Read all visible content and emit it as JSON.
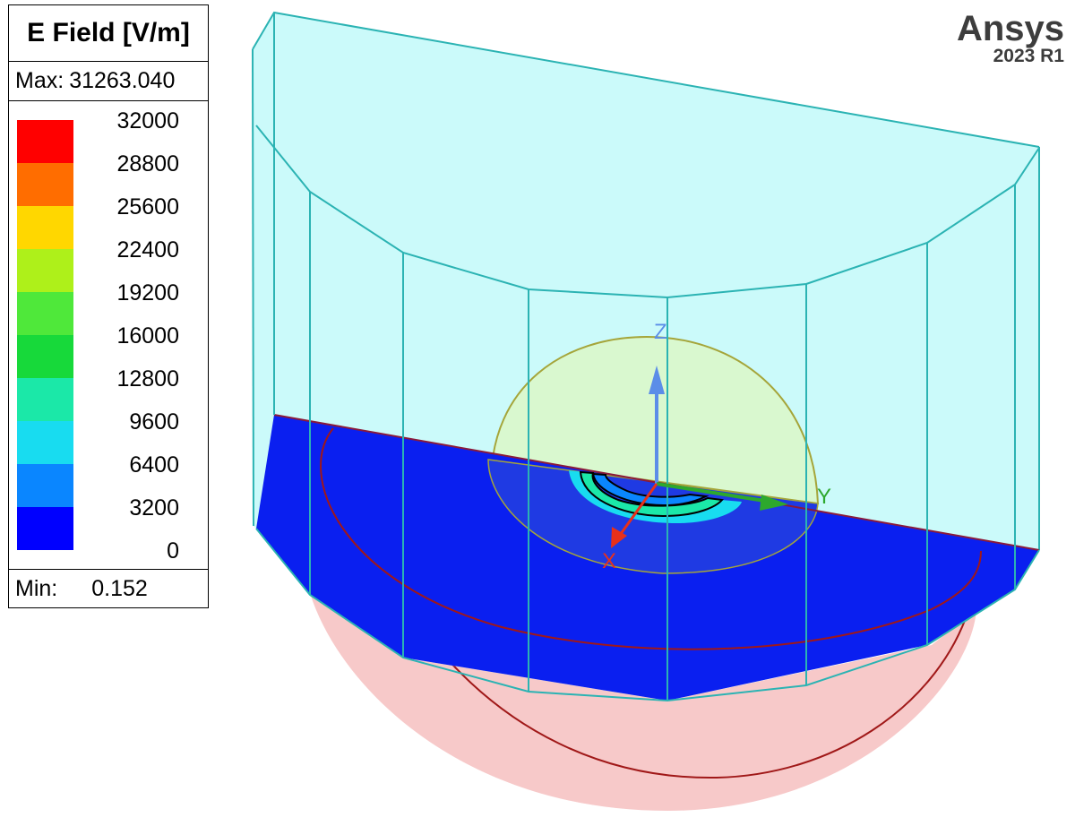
{
  "legend": {
    "title": "E Field [V/m]",
    "max_label": "Max:",
    "max_value": "31263.040",
    "min_label": "Min:",
    "min_value": "0.152",
    "ticks": [
      "32000",
      "28800",
      "25600",
      "22400",
      "19200",
      "16000",
      "12800",
      "9600",
      "6400",
      "3200",
      "0"
    ],
    "colors": [
      "#ff0000",
      "#ff6d00",
      "#ffd700",
      "#aef01a",
      "#4fe83a",
      "#17d93a",
      "#1be8a8",
      "#18dcf0",
      "#0a86ff",
      "#0000ff"
    ]
  },
  "brand": {
    "name": "Ansys",
    "version": "2023 R1"
  },
  "axes": {
    "x": "X",
    "y": "Y",
    "z": "Z"
  },
  "scene_colors": {
    "air_box": "#cbfafa",
    "edges": "#2bb3b3",
    "cut_plane": "#0a1ff0",
    "lower_sphere": "#f7c9c9",
    "upper_dome": "#d9f8cf",
    "x_axis": "#e8301a",
    "y_axis": "#2da82d",
    "z_axis": "#5b8de8"
  }
}
